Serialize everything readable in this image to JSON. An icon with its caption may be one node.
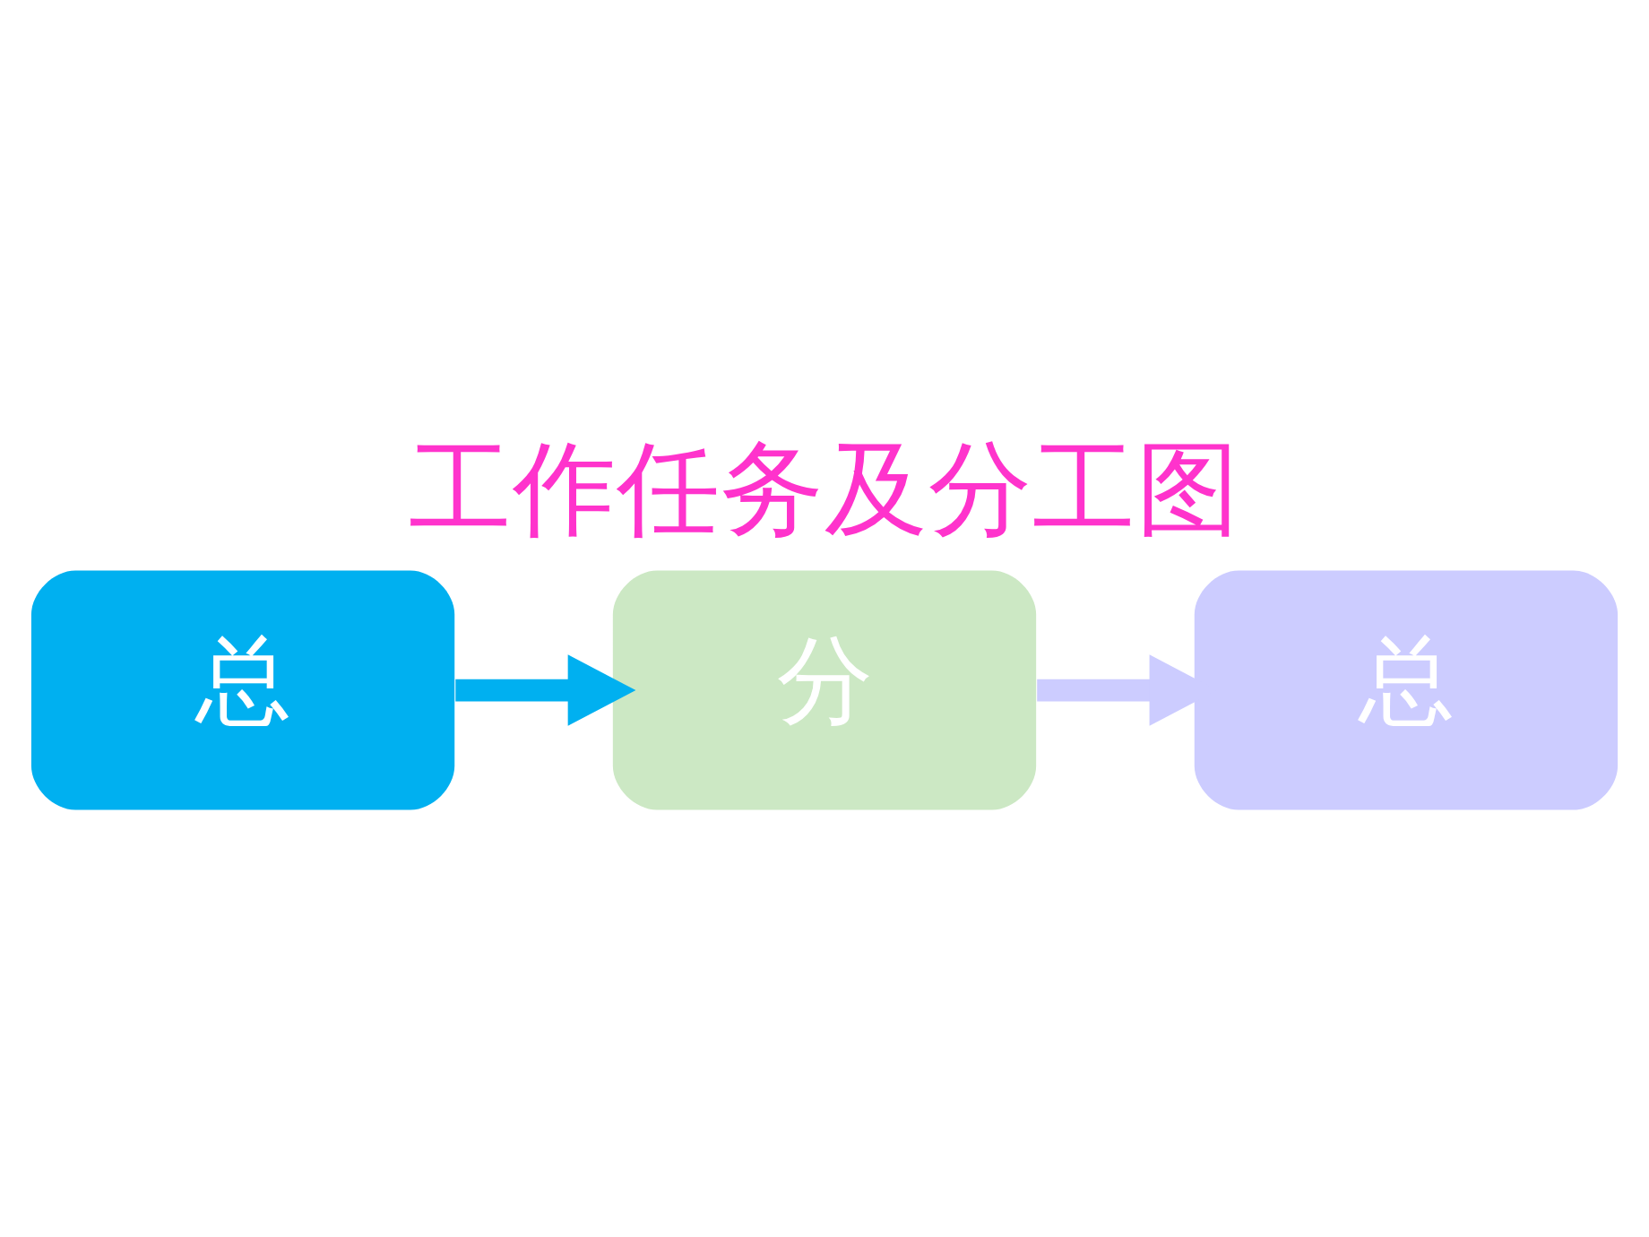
{
  "diagram": {
    "title": "工作任务及分工图",
    "nodes": [
      {
        "text": [
          "总"
        ]
      },
      {
        "text": [
          "分"
        ]
      },
      {
        "text": [
          "总"
        ]
      }
    ],
    "edges": [
      {
        "from": 0,
        "to": 1,
        "arrow": "to",
        "color": "#00b0f0"
      },
      {
        "from": 1,
        "to": 2,
        "arrow": "to",
        "color": "#ccccff"
      }
    ]
  }
}
